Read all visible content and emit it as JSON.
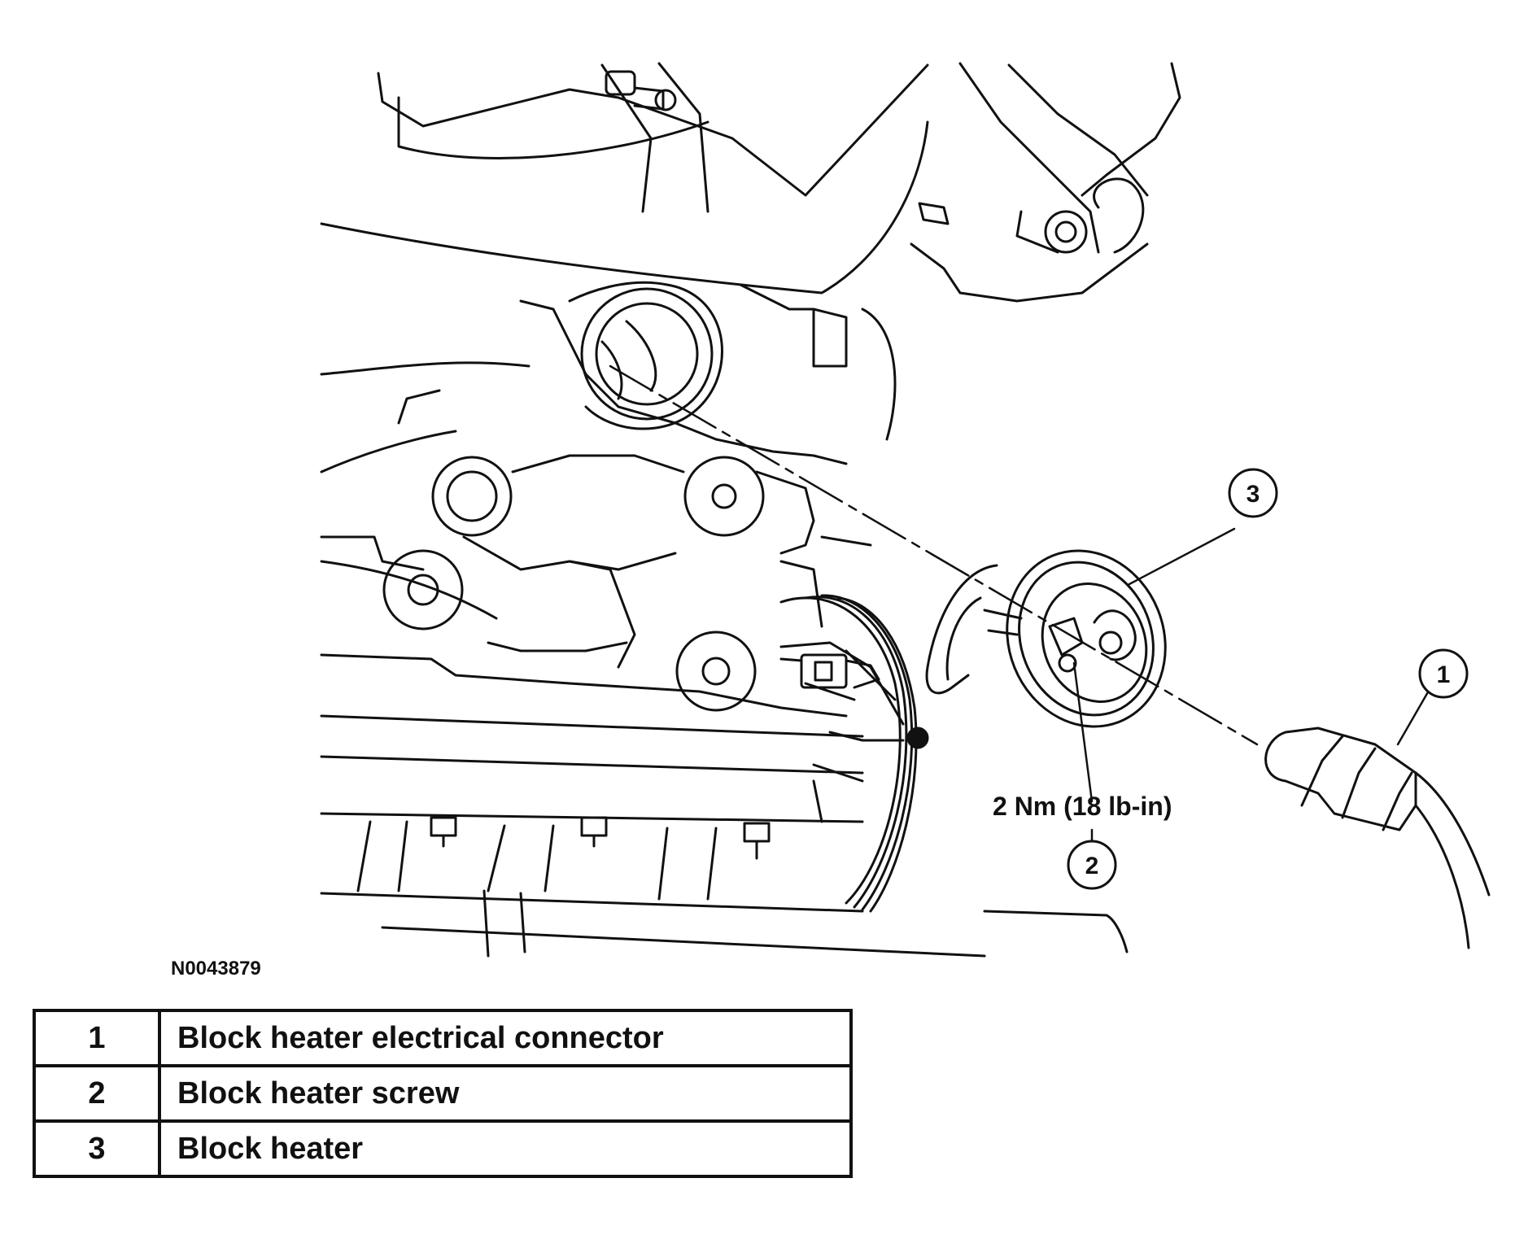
{
  "figure": {
    "id": "N0043879",
    "torque_spec": "2 Nm (18 lb-in)",
    "callouts": [
      "1",
      "2",
      "3"
    ]
  },
  "legend": [
    {
      "number": "1",
      "description": "Block heater electrical connector"
    },
    {
      "number": "2",
      "description": "Block heater screw"
    },
    {
      "number": "3",
      "description": "Block heater"
    }
  ]
}
